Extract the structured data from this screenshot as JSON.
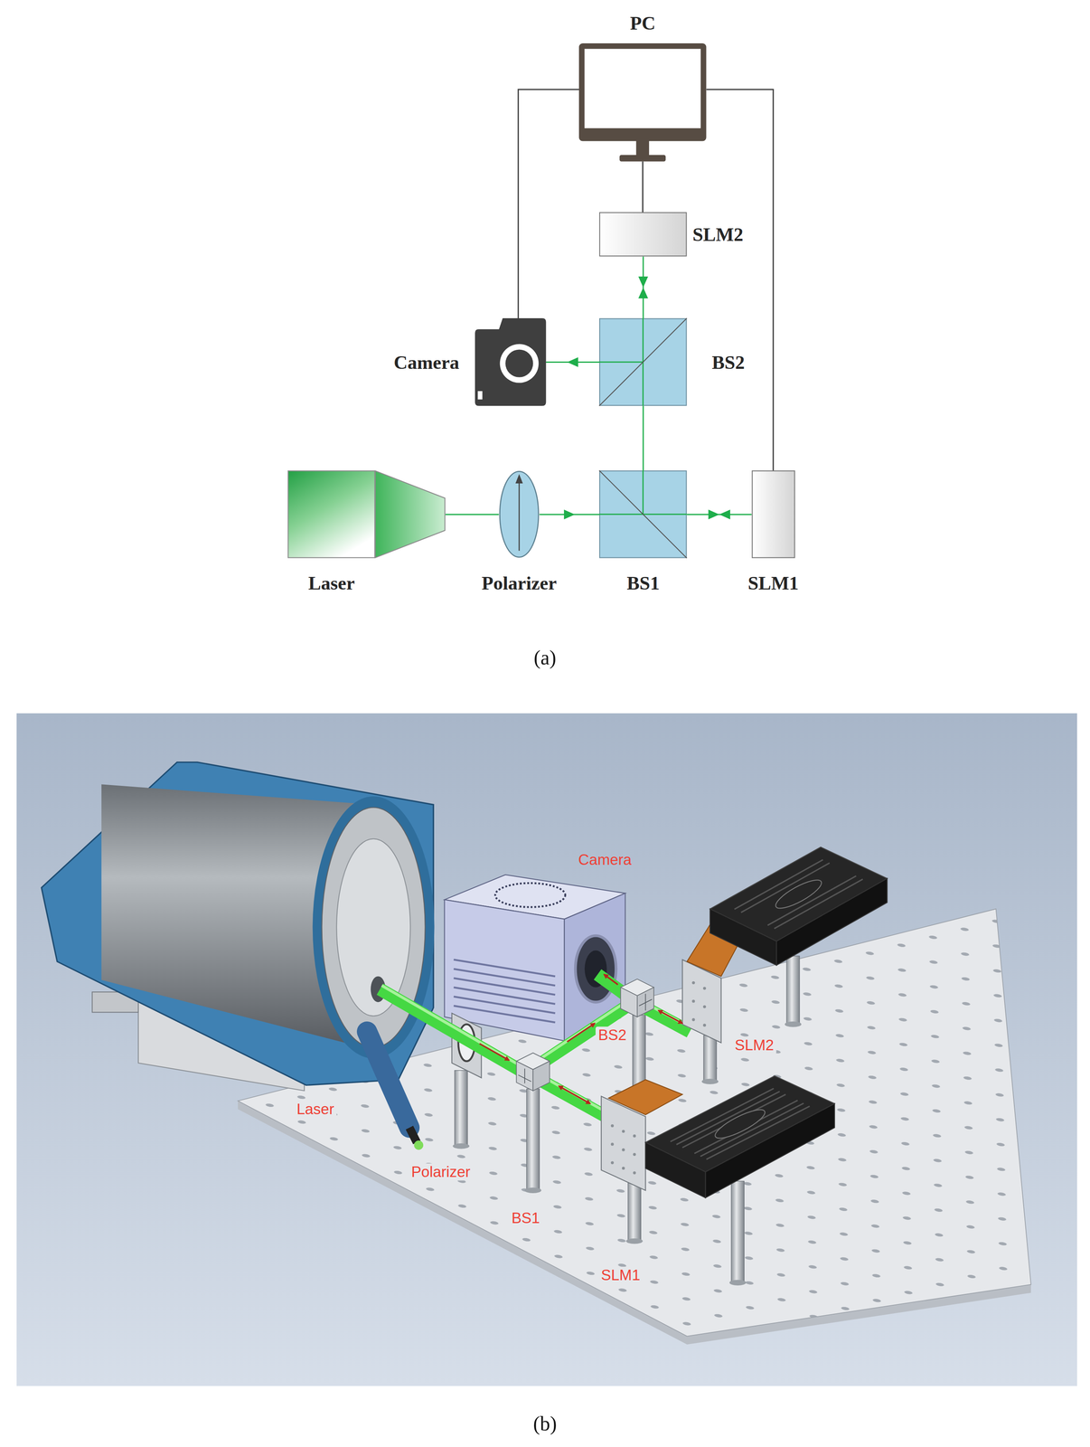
{
  "diagram": {
    "nodes": [
      {
        "text": [
          "PC"
        ]
      },
      {
        "text": [
          "SLM2"
        ]
      },
      {
        "text": [
          "Camera"
        ]
      },
      {
        "text": [
          "BS2"
        ]
      },
      {
        "text": [
          "Laser"
        ]
      },
      {
        "text": [
          "Polarizer"
        ]
      },
      {
        "text": [
          "BS1"
        ]
      },
      {
        "text": [
          "SLM1"
        ]
      }
    ],
    "edges": [
      {
        "from": 0,
        "to": 1,
        "arrow": "none"
      },
      {
        "from": 0,
        "to": 2,
        "arrow": "none"
      },
      {
        "from": 0,
        "to": 7,
        "arrow": "none"
      },
      {
        "from": 4,
        "to": 5,
        "arrow": "none"
      },
      {
        "from": 5,
        "to": 6,
        "arrow": "to"
      },
      {
        "from": 6,
        "to": 7,
        "arrow": "both"
      },
      {
        "from": 6,
        "to": 3,
        "arrow": "none"
      },
      {
        "from": 3,
        "to": 1,
        "arrow": "both"
      },
      {
        "from": 3,
        "to": 2,
        "arrow": "to"
      }
    ],
    "labels": [
      "(a)",
      "Camera",
      "BS2",
      "SLM2",
      "Laser",
      "Polarizer",
      "BS1",
      "SLM1",
      "(b)"
    ]
  }
}
